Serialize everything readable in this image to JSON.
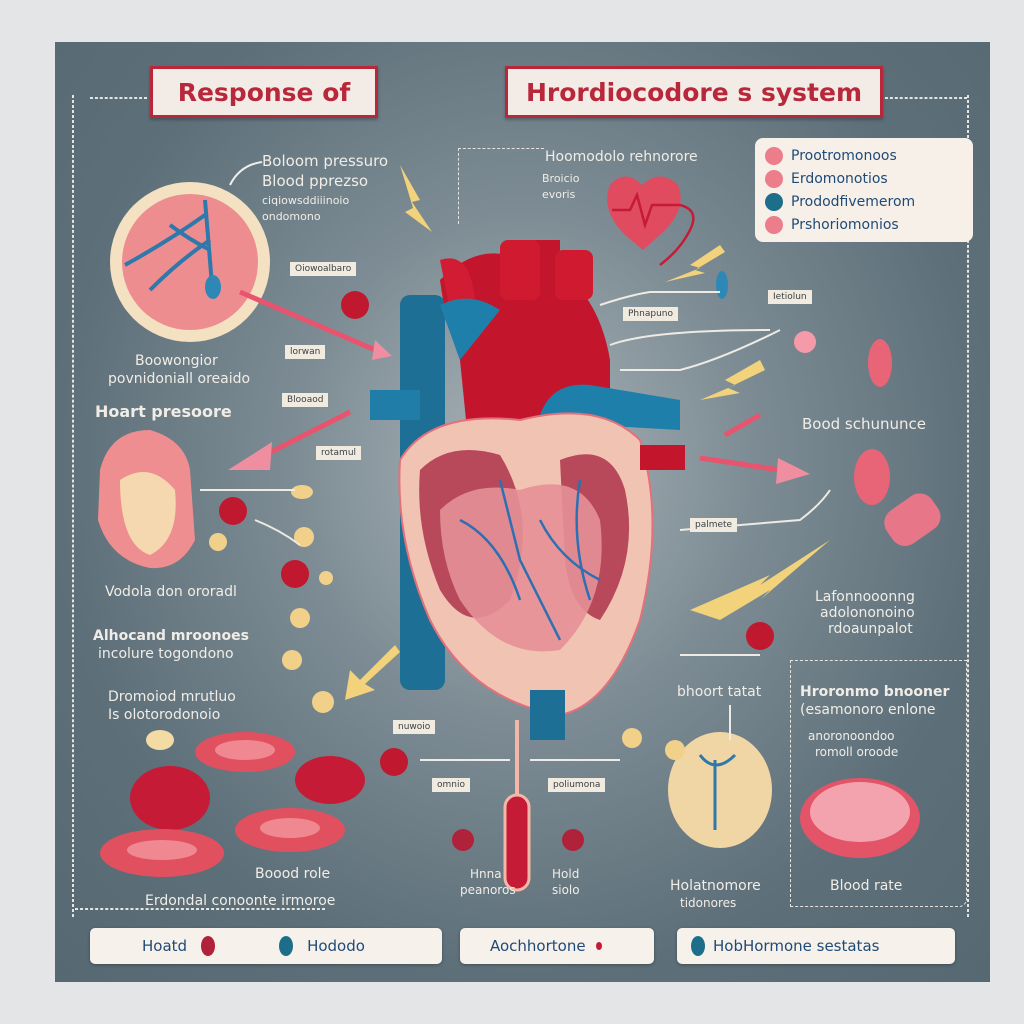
{
  "titles": {
    "left": "Response of",
    "right": "Hrordiocodore s system"
  },
  "legend": [
    {
      "label": "Prootromonoos",
      "color": "#ec7e8c"
    },
    {
      "label": "Erdomonotios",
      "color": "#ec7e8c"
    },
    {
      "label": "Prododfivemerom",
      "color": "#1c6e8a"
    },
    {
      "label": "Prshoriomonios",
      "color": "#ec7e8c"
    }
  ],
  "labels": {
    "blood_pressure_1": "Boloom pressuro",
    "blood_pressure_2": "Blood pprezso",
    "blood_pressure_3": "ciqiowsddiiinoio",
    "blood_pressure_4": "ondomono",
    "vessel_caption_1": "Boowongior",
    "vessel_caption_2": "povnidoniall oreaido",
    "heart_pressure": "Hoart presoore",
    "vodela": "Vodola don ororadl",
    "alhocand_1": "Alhocand mroonoes",
    "alhocand_2": "incolure togondono",
    "dromond_1": "Dromoiod mrutluo",
    "dromond_2": "Is olotorodonoio",
    "hormone_top": "Hoomodolo rehnorore",
    "hormone_sub_1": "Broicio",
    "hormone_sub_2": "evoris",
    "blood_schunance": "Bood schununce",
    "lafor_1": "Lafonnooonng",
    "lafor_2": "adolononoino",
    "lafor_3": "rdoaunpalot",
    "bhoort": "bhoort tatat",
    "hormone_box_1": "Hroronmo bnooner",
    "hormone_box_2": "(esamonoro enlone",
    "hormone_box_3": "anoronoondoo",
    "hormone_box_4": "romoll oroode",
    "blood_role": "Boood role",
    "endondal": "Erdondal conoonte irmoroe",
    "hinia_1": "Hnna",
    "hinia_2": "peanoros",
    "hold_1": "Hold",
    "hold_2": "siolo",
    "holat_1": "Holatnomore",
    "holat_2": "tidonores",
    "blood_rate": "Blood rate"
  },
  "tags": {
    "t1": "Oiowoalbaro",
    "t2": "lorwan",
    "t3": "Blooaod",
    "t4": "rotamul",
    "t5": "Phnapuno",
    "t6": "Ietiolun",
    "t7": "palmete",
    "t8": "nuwoio",
    "t9": "omnio",
    "t10": "poliumona"
  },
  "bottom": {
    "box1_a": "Hoatd",
    "box1_b": "Hododo",
    "box2": "Aochhortone",
    "box3": "HobHormone sestatas"
  },
  "colors": {
    "accent_red": "#b8283a",
    "vessel_blue": "#1c6e8a",
    "panel": "#5d6f79"
  }
}
